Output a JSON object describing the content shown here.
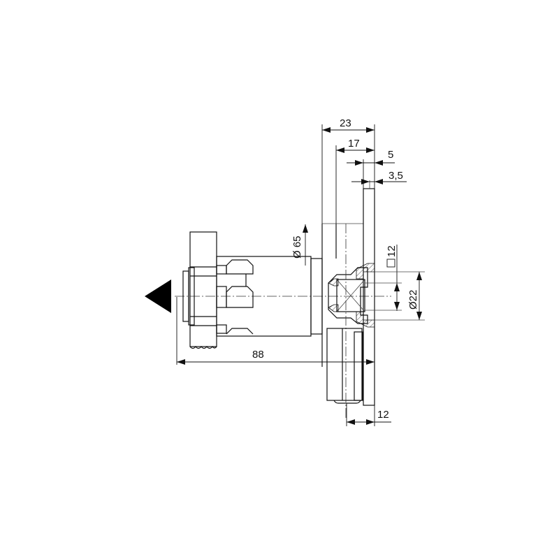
{
  "drawing": {
    "type": "technical-drawing",
    "subject": "cam lock / rod lock cross-section",
    "dimensions": {
      "top_overall": "23",
      "top_inner": "17",
      "plate_thickness": "5",
      "plate_offset": "3,5",
      "diameter_flange": "Ø 65",
      "square_drive": "12",
      "diameter_bore": "Ø22",
      "overall_length": "88",
      "bottom_depth": "12"
    },
    "colors": {
      "line": "#111111",
      "background": "#ffffff"
    }
  }
}
